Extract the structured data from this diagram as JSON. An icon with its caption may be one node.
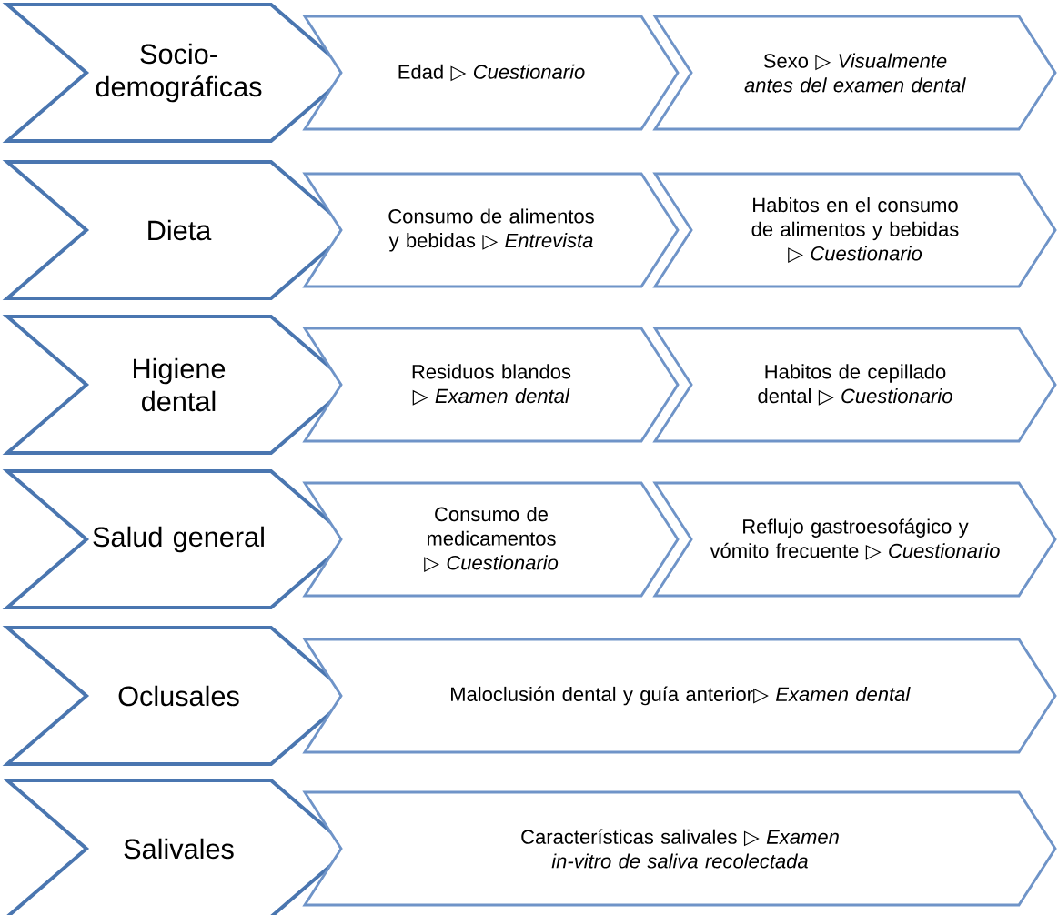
{
  "diagram": {
    "nodes": [
      {
        "text": [
          "Socio- demográficas"
        ]
      },
      {
        "text": [
          "Edad ▷ *Cuestionario*"
        ]
      },
      {
        "text": [
          "Sexo ▷ *Visualmente antes del examen dental*"
        ]
      },
      {
        "text": [
          "Dieta"
        ]
      },
      {
        "text": [
          "Consumo de alimentos y bebidas ▷ *Entrevista*"
        ]
      },
      {
        "text": [
          "Habitos en el consumo de alimentos y bebidas ▷ *Cuestionario*"
        ]
      },
      {
        "text": [
          "Higiene dental"
        ]
      },
      {
        "text": [
          "Residuos blandos ▷ *Examen dental*"
        ]
      },
      {
        "text": [
          "Habitos de cepillado dental ▷ *Cuestionario*"
        ]
      },
      {
        "text": [
          "Salud general"
        ]
      },
      {
        "text": [
          "Consumo de medicamentos ▷ *Cuestionario*"
        ]
      },
      {
        "text": [
          "Reflujo gastroesofágico y vómito frecuente ▷ *Cuestionario*"
        ]
      },
      {
        "text": [
          "Oclusales"
        ]
      },
      {
        "text": [
          "Maloclusión dental y guía anterior▷ *Examen dental*"
        ]
      },
      {
        "text": [
          "Salivales"
        ]
      },
      {
        "text": [
          "Características salivales ▷ *Examen in-vitro de saliva recolectada*"
        ]
      }
    ]
  }
}
